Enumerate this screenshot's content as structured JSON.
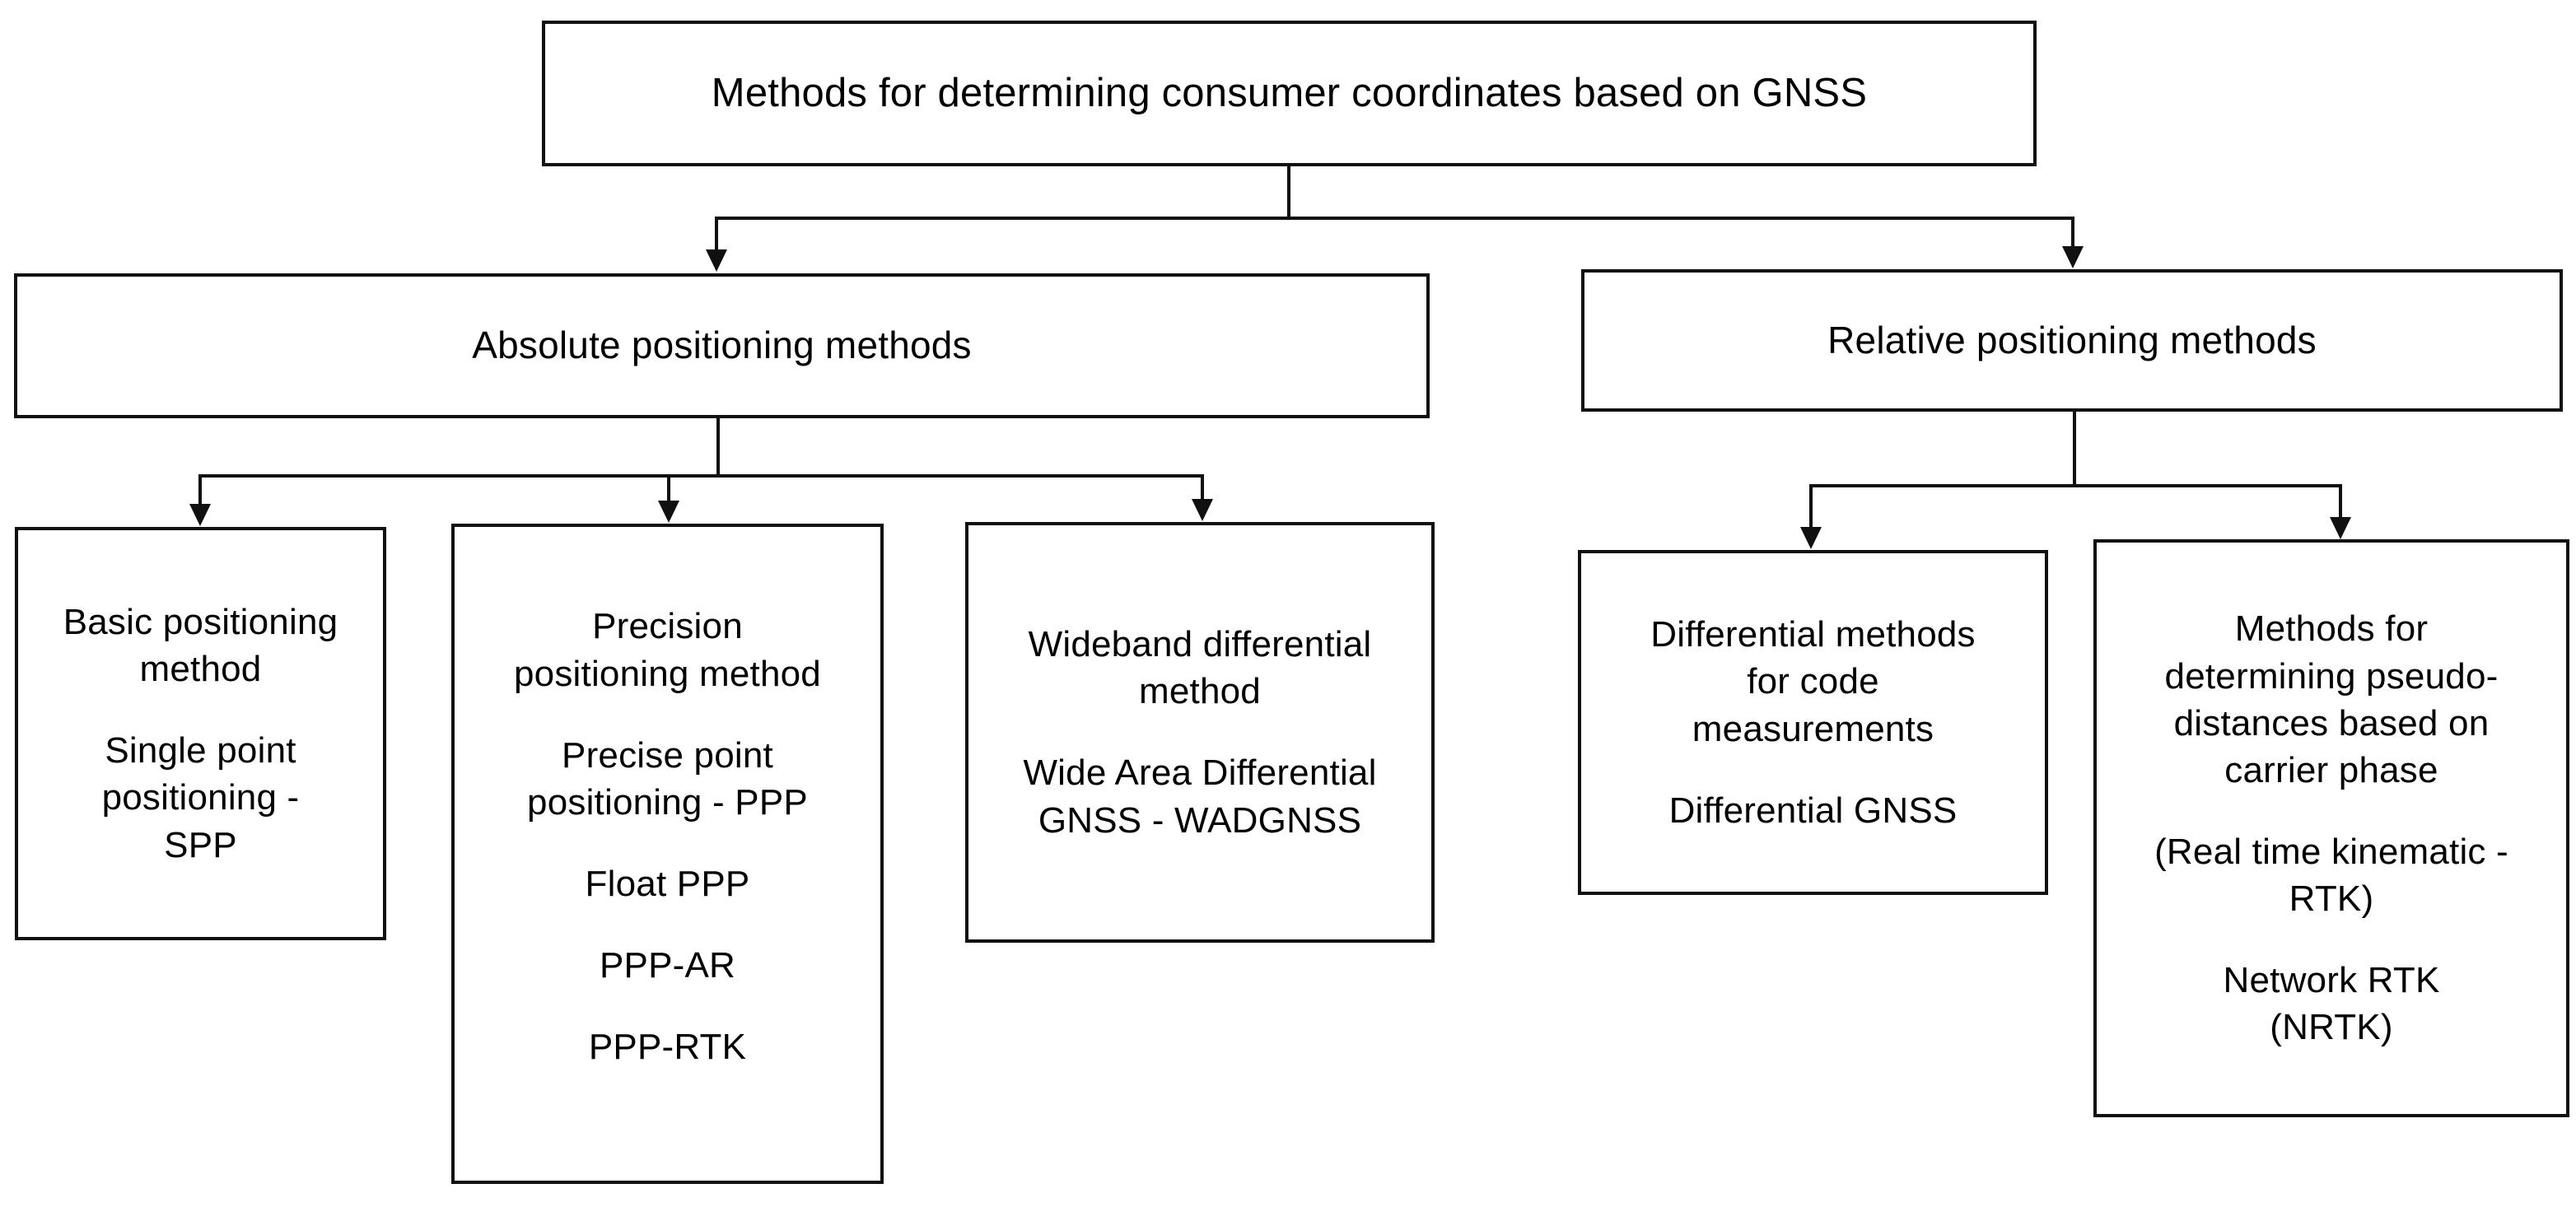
{
  "diagram": {
    "title": "Methods for determining consumer coordinates based on GNSS",
    "root": {
      "label": "Methods for determining consumer coordinates based on GNSS"
    },
    "branches": [
      {
        "label": "Absolute positioning methods",
        "children": [
          {
            "heading": "Basic positioning method",
            "items": [
              "Single point positioning - SPP"
            ]
          },
          {
            "heading": "Precision positioning method",
            "items": [
              "Precise point positioning - PPP",
              "Float PPP",
              "PPP-AR",
              "PPP-RTK"
            ]
          },
          {
            "heading": "Wideband differential method",
            "items": [
              "Wide Area Differential GNSS - WADGNSS"
            ]
          }
        ]
      },
      {
        "label": "Relative positioning methods",
        "children": [
          {
            "heading": "Differential methods for code measurements",
            "items": [
              "Differential GNSS"
            ]
          },
          {
            "heading": "Methods for determining pseudo-distances based on carrier phase",
            "items": [
              "(Real time kinematic - RTK)",
              "Network RTK (NRTK)"
            ]
          }
        ]
      }
    ],
    "leaf_text": {
      "leaf1_line1": "Basic positioning",
      "leaf1_line2": "method",
      "leaf1_line3": "Single point",
      "leaf1_line4": "positioning -",
      "leaf1_line5": "SPP",
      "leaf2_line1": "Precision",
      "leaf2_line2": "positioning method",
      "leaf2_line3": "Precise point",
      "leaf2_line4": "positioning - PPP",
      "leaf2_line5": "Float PPP",
      "leaf2_line6": "PPP-AR",
      "leaf2_line7": "PPP-RTK",
      "leaf3_line1": "Wideband differential",
      "leaf3_line2": "method",
      "leaf3_line3": "Wide Area Differential",
      "leaf3_line4": "GNSS - WADGNSS",
      "leaf4_line1": "Differential methods",
      "leaf4_line2": "for code",
      "leaf4_line3": "measurements",
      "leaf4_line4": "Differential GNSS",
      "leaf5_line1": "Methods for",
      "leaf5_line2": "determining pseudo-",
      "leaf5_line3": "distances based on",
      "leaf5_line4": "carrier phase",
      "leaf5_line5": "(Real time kinematic -",
      "leaf5_line6": "RTK)",
      "leaf5_line7": "Network RTK",
      "leaf5_line8": "(NRTK)"
    },
    "colors": {
      "line": "#101010",
      "box_fill": "#ffffff",
      "text": "#000000",
      "background": "#ffffff"
    }
  }
}
